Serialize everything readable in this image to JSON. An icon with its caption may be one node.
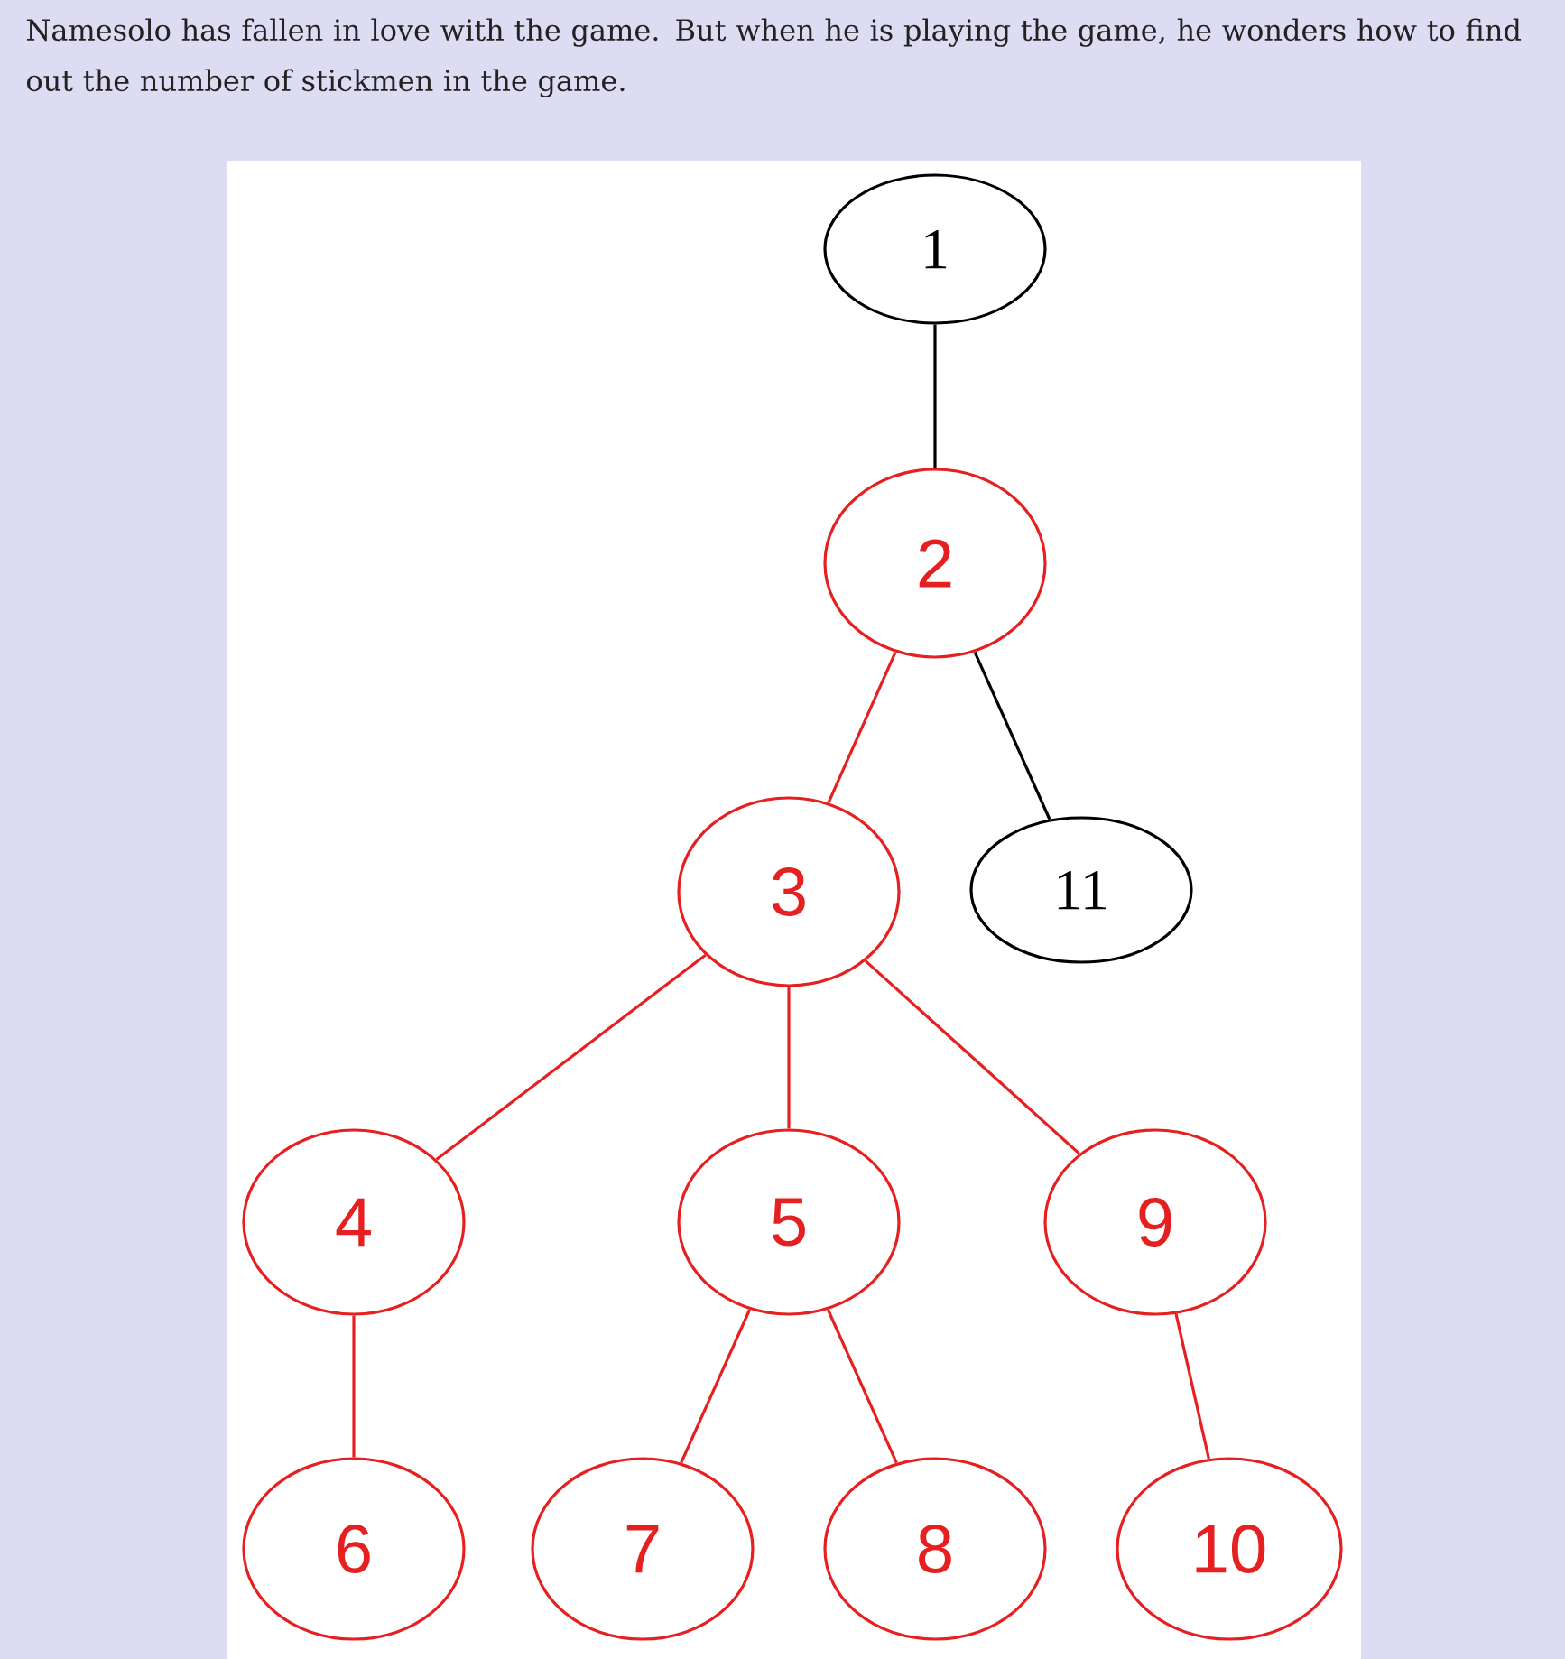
{
  "diagram": {
    "labels": [
      "Namesolo has fallen in love with the game. But when he is playing the game, he wonders how to find out the number of stickmen in the game."
    ],
    "nodes": [
      {
        "text": [
          "1"
        ]
      },
      {
        "text": [
          "2"
        ]
      },
      {
        "text": [
          "3"
        ]
      },
      {
        "text": [
          "11"
        ]
      },
      {
        "text": [
          "4"
        ]
      },
      {
        "text": [
          "5"
        ]
      },
      {
        "text": [
          "9"
        ]
      },
      {
        "text": [
          "6"
        ]
      },
      {
        "text": [
          "7"
        ]
      },
      {
        "text": [
          "8"
        ]
      },
      {
        "text": [
          "10"
        ]
      }
    ],
    "edges": [
      {
        "from": 0,
        "to": 1,
        "arrow": "none",
        "color": "#000000"
      },
      {
        "from": 1,
        "to": 2,
        "arrow": "none"
      },
      {
        "from": 1,
        "to": 3,
        "arrow": "none",
        "color": "#000000"
      },
      {
        "from": 2,
        "to": 4,
        "arrow": "none"
      },
      {
        "from": 2,
        "to": 5,
        "arrow": "none"
      },
      {
        "from": 2,
        "to": 6,
        "arrow": "none"
      },
      {
        "from": 4,
        "to": 7,
        "arrow": "none"
      },
      {
        "from": 5,
        "to": 8,
        "arrow": "none"
      },
      {
        "from": 5,
        "to": 9,
        "arrow": "none"
      },
      {
        "from": 6,
        "to": 10,
        "arrow": "none"
      }
    ]
  }
}
